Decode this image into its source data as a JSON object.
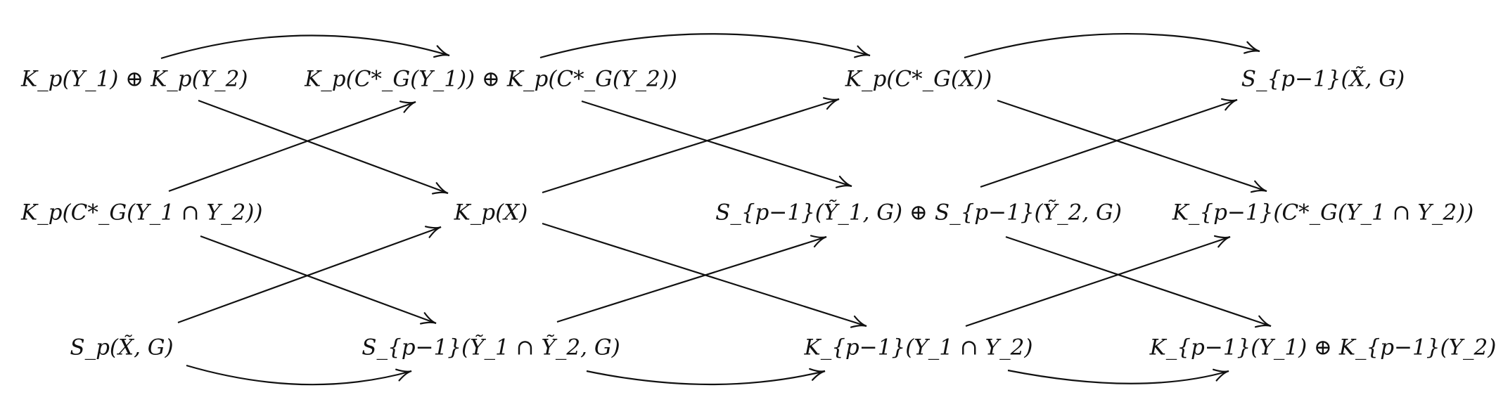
{
  "diagram": {
    "colors": {
      "ink": "#111111",
      "background": "#ffffff"
    },
    "nodes": {
      "kp_y1_y2": "K_p(Y_1) ⊕ K_p(Y_2)",
      "kp_cg_y1_cg_y2": "K_p(C*_G(Y_1)) ⊕ K_p(C*_G(Y_2))",
      "kp_cg_x": "K_p(C*_G(X))",
      "sp1_x_g": "S_{p−1}(X̃, G)",
      "kp_cg_y1y2": "K_p(C*_G(Y_1 ∩ Y_2))",
      "kp_x": "K_p(X)",
      "sp1_y1_y2_sum": "S_{p−1}(Ỹ_1, G) ⊕ S_{p−1}(Ỹ_2, G)",
      "kp1_cg_y1y2": "K_{p−1}(C*_G(Y_1 ∩ Y_2))",
      "sp_x_g": "S_p(X̃, G)",
      "sp1_y1y2_int": "S_{p−1}(Ỹ_1 ∩ Ỹ_2, G)",
      "kp1_y1y2": "K_{p−1}(Y_1 ∩ Y_2)",
      "kp1_y1_kp1_y2": "K_{p−1}(Y_1) ⊕ K_{p−1}(Y_2)"
    }
  }
}
